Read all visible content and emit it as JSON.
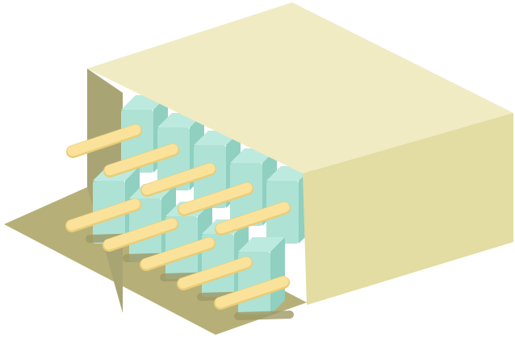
{
  "illustration": {
    "subject": "connector-block",
    "colors": {
      "housing_top": "#f0ebc3",
      "housing_side": "#e3dca3",
      "housing_back": "#a9a474",
      "floor": "#b6b078",
      "floor_shadow": "#9f9965",
      "cell_face": "#bdeadf",
      "cell_front": "#aee2d4",
      "cell_side": "#8fd0c0",
      "pin": "#fbe29a",
      "pin_shadow": "#e9cd78"
    },
    "pin_rows": 2,
    "pins_per_row": 5
  }
}
